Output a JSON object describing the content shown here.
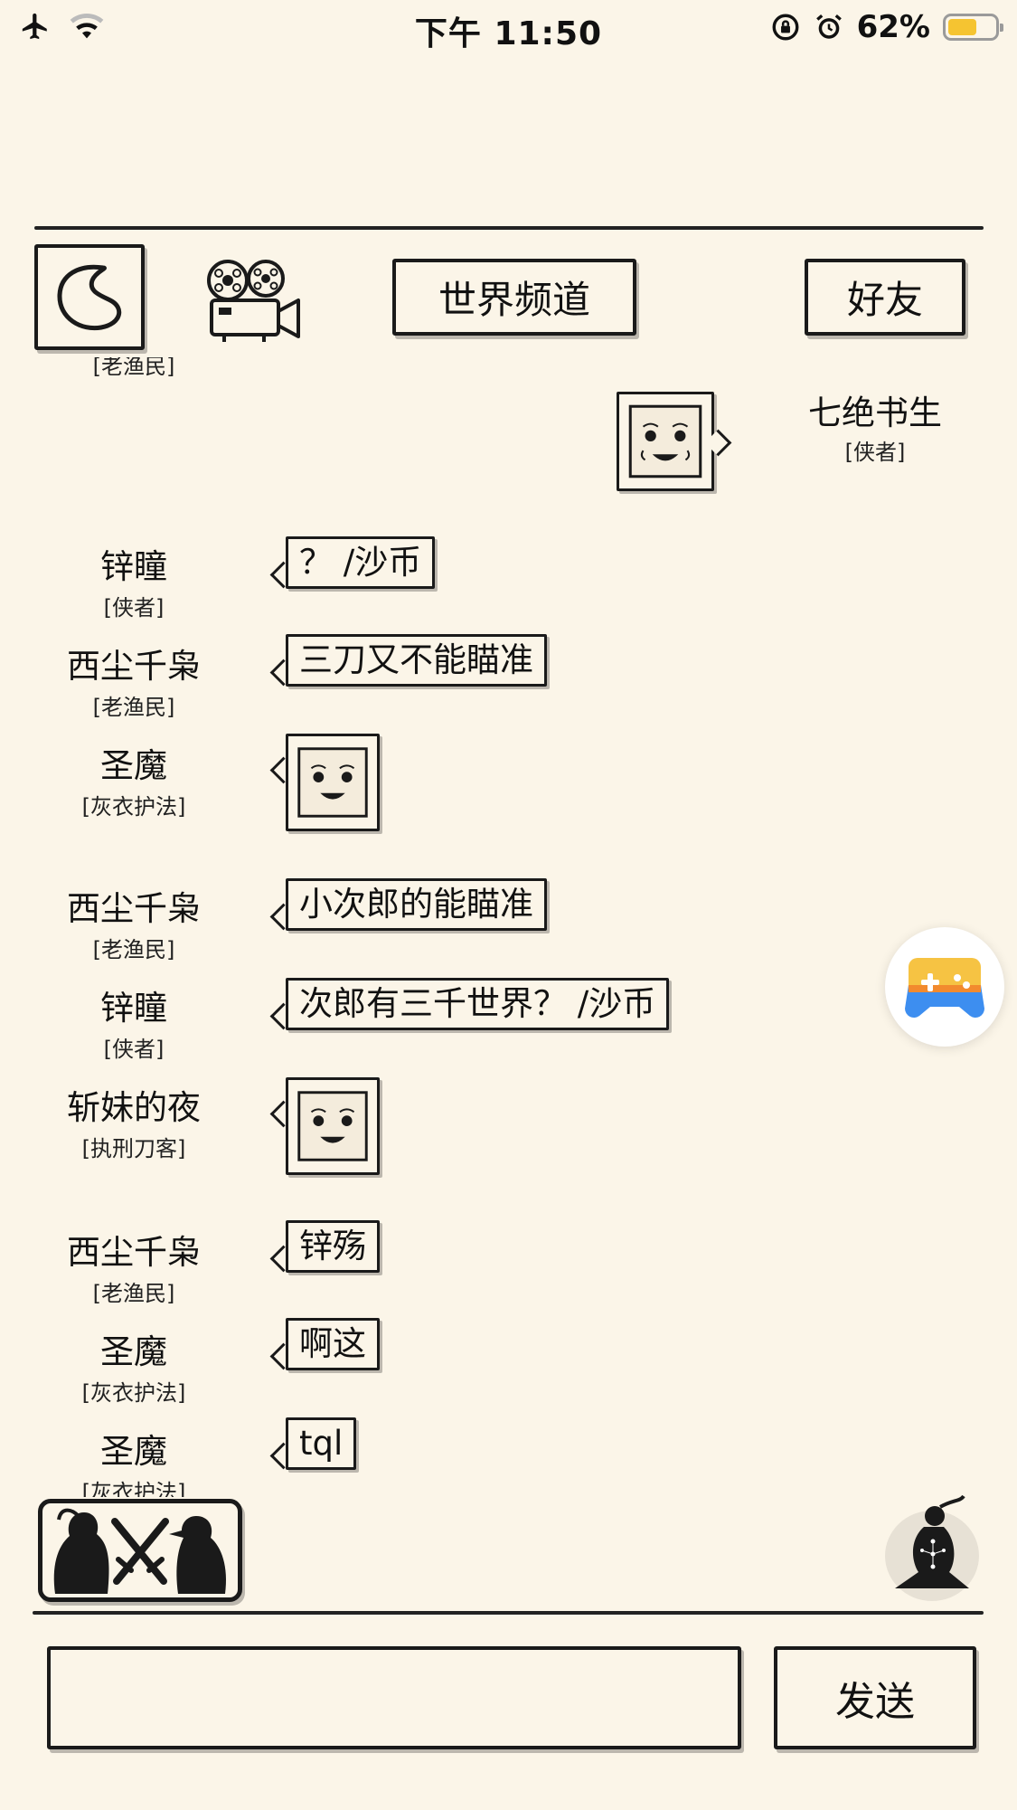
{
  "status_bar": {
    "time": "下午 11:50",
    "battery_percent": "62%",
    "battery_level": 0.62,
    "battery_color": "#f5c431"
  },
  "header": {
    "channel_title": "世界频道",
    "friends_label": "好友"
  },
  "chat": {
    "top_partial_rank": "[老渔民]",
    "self_message": {
      "nick": "七绝书生",
      "rank": "[侠者]"
    },
    "messages": [
      {
        "nick": "锌瞳",
        "rank": "[侠者]",
        "text": "？ /沙币"
      },
      {
        "nick": "西尘千枭",
        "rank": "[老渔民]",
        "text": "三刀又不能瞄准"
      },
      {
        "nick": "圣魔",
        "rank": "[灰衣护法]",
        "text": ""
      },
      {
        "nick": "西尘千枭",
        "rank": "[老渔民]",
        "text": "小次郎的能瞄准"
      },
      {
        "nick": "锌瞳",
        "rank": "[侠者]",
        "text": "次郎有三千世界？ /沙币"
      },
      {
        "nick": "斩妹的夜",
        "rank": "[执刑刀客]",
        "text": ""
      },
      {
        "nick": "西尘千枭",
        "rank": "[老渔民]",
        "text": "锌殇"
      },
      {
        "nick": "圣魔",
        "rank": "[灰衣护法]",
        "text": "啊这"
      },
      {
        "nick": "圣魔",
        "rank": "[灰衣护法]",
        "text": "tql"
      }
    ]
  },
  "footer": {
    "message_input_value": "",
    "send_label": "发送"
  }
}
